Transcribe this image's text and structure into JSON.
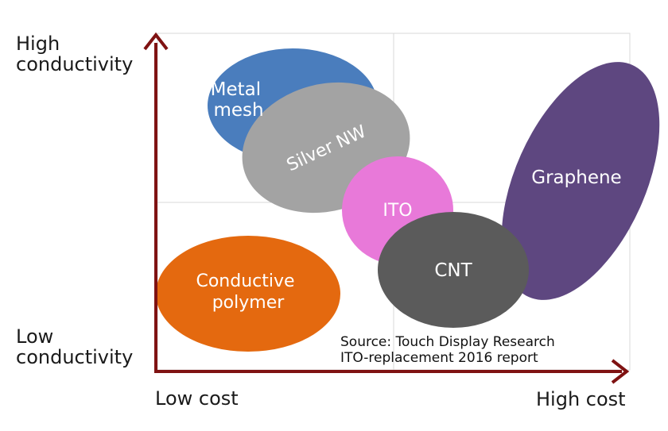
{
  "axes": {
    "y_high": [
      "High",
      "conductivity"
    ],
    "y_low": [
      "Low",
      "conductivity"
    ],
    "x_low": "Low cost",
    "x_high": "High cost"
  },
  "regions": {
    "metal_mesh": {
      "label": [
        "Metal",
        "mesh"
      ],
      "color": "#4a7dbd"
    },
    "silver_nw": {
      "label": "Silver NW",
      "color": "#a3a3a3"
    },
    "ito": {
      "label": "ITO",
      "color": "#e879d9"
    },
    "graphene": {
      "label": "Graphene",
      "color": "#5e4780"
    },
    "cnt": {
      "label": "CNT",
      "color": "#5b5b5b"
    },
    "conductive_polymer": {
      "label": [
        "Conductive",
        "polymer"
      ],
      "color": "#e4690f"
    }
  },
  "axis_color": "#7f1212",
  "source": [
    "Source: Touch Display Research",
    "ITO-replacement 2016 report"
  ]
}
